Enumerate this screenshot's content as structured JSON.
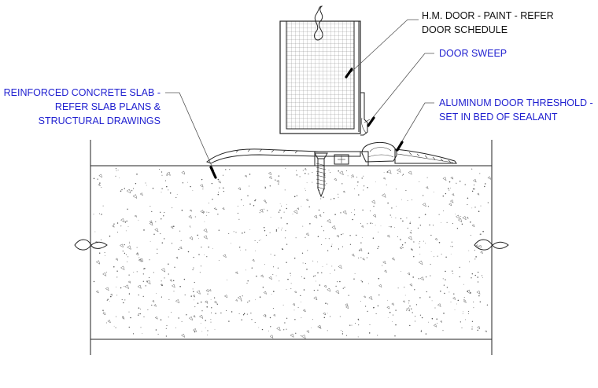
{
  "colors": {
    "label_blue": "#1f1fd0",
    "label_black": "#111111",
    "line": "#222222"
  },
  "labels": {
    "door": [
      "H.M. DOOR - PAINT - REFER",
      "DOOR SCHEDULE"
    ],
    "sweep": [
      "DOOR SWEEP"
    ],
    "threshold": [
      "ALUMINUM DOOR THRESHOLD -",
      "SET IN BED OF SEALANT"
    ],
    "slab": [
      "REINFORCED CONCRETE SLAB -",
      "REFER SLAB PLANS &",
      "STRUCTURAL DRAWINGS"
    ]
  },
  "icons": {
    "break_marks": "break-line-icon",
    "anchor": "screw-anchor-icon"
  }
}
